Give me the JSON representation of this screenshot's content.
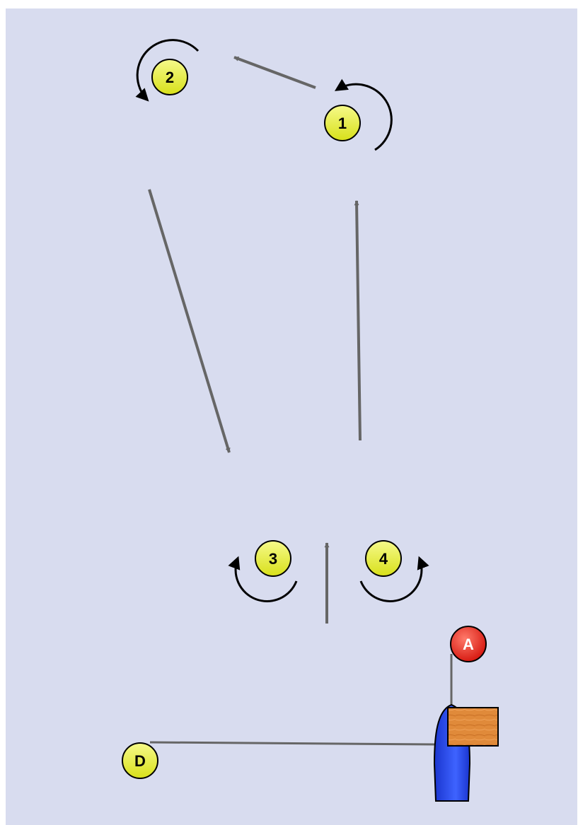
{
  "colors": {
    "background": "#d8dcef",
    "arrow": "#666666",
    "rotation_arrow": "#000000",
    "waypoint_fill": "#eaf23a",
    "mark_a_fill": "#e8261e",
    "boat_fill": "#2f4fe6",
    "box_fill": "#e08a3a"
  },
  "markers": {
    "one": "1",
    "two": "2",
    "three": "3",
    "four": "4",
    "a": "A",
    "d": "D"
  },
  "icons": {
    "boat": "boat-icon",
    "box": "cargo-box-icon"
  }
}
